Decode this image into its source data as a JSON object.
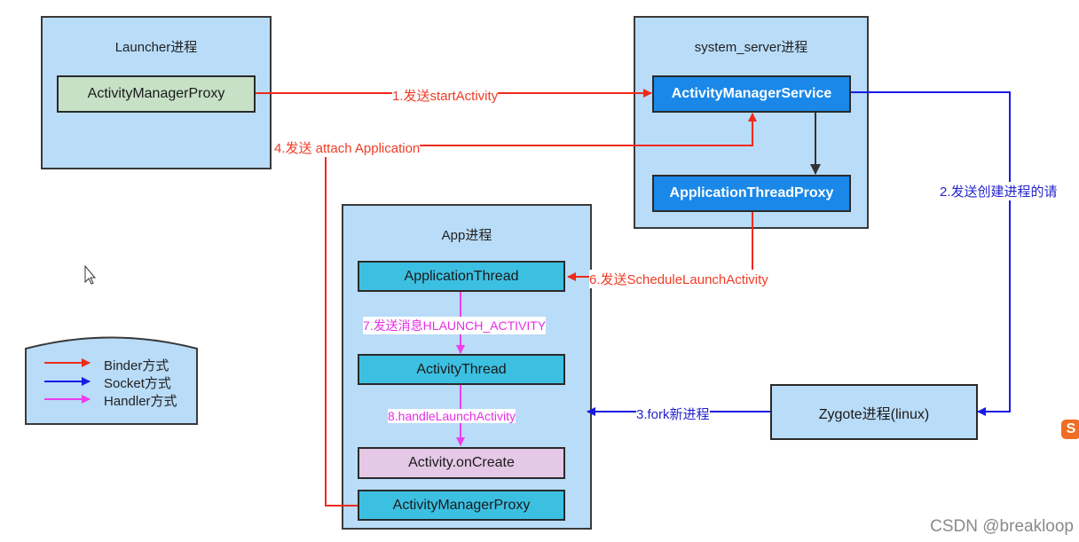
{
  "processes": {
    "launcher": {
      "title": "Launcher进程",
      "proxy": "ActivityManagerProxy"
    },
    "system_server": {
      "title": "system_server进程",
      "ams": "ActivityManagerService",
      "atp": "ApplicationThreadProxy"
    },
    "app": {
      "title": "App进程",
      "application_thread": "ApplicationThread",
      "activity_thread": "ActivityThread",
      "activity_oncreate": "Activity.onCreate",
      "proxy": "ActivityManagerProxy"
    },
    "zygote": {
      "title": "Zygote进程(linux)"
    }
  },
  "steps": {
    "s1": "1.发送startActivity",
    "s2": "2.发送创建进程的请",
    "s3": "3.fork新进程",
    "s4": "4.发送 attach Application",
    "s6": "6.发送ScheduleLaunchActivity",
    "s7": "7.发送消息HLAUNCH_ACTIVITY",
    "s8": "8.handleLaunchActivity"
  },
  "legend": {
    "binder": "Binder方式",
    "socket": "Socket方式",
    "handler": "Handler方式"
  },
  "colors": {
    "binder": "#ef2a1a",
    "socket": "#1a1ae6",
    "handler": "#ee3cee",
    "process_bg": "#b9dcf8"
  },
  "watermark": "CSDN @breakloop",
  "logo": "S"
}
